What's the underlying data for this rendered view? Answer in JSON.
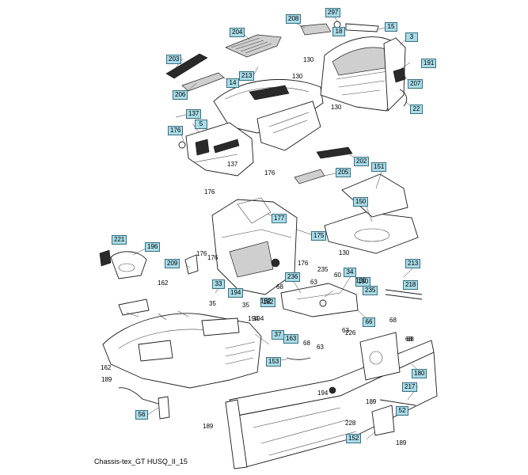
{
  "caption": "Chassis-tex_GT HUSQ_II_15",
  "boxed_labels": [
    "208",
    "297",
    "18",
    "15",
    "3",
    "204",
    "203",
    "213",
    "191",
    "206",
    "14",
    "207",
    "22",
    "137",
    "5",
    "176",
    "205",
    "202",
    "151",
    "150",
    "177",
    "175",
    "221",
    "196",
    "209",
    "34",
    "130",
    "235",
    "213",
    "218",
    "33",
    "236",
    "194",
    "182",
    "66",
    "37",
    "163",
    "153",
    "180",
    "217",
    "56",
    "52",
    "152"
  ],
  "plain_labels": [
    "130",
    "130",
    "130",
    "137",
    "176",
    "176",
    "130",
    "176",
    "176",
    "176",
    "68",
    "130",
    "235",
    "60",
    "63",
    "35",
    "194",
    "35",
    "194",
    "68",
    "63",
    "68",
    "68",
    "182",
    "162",
    "189",
    "194",
    "228",
    "189",
    "189",
    "63",
    "68",
    "226",
    "189"
  ]
}
